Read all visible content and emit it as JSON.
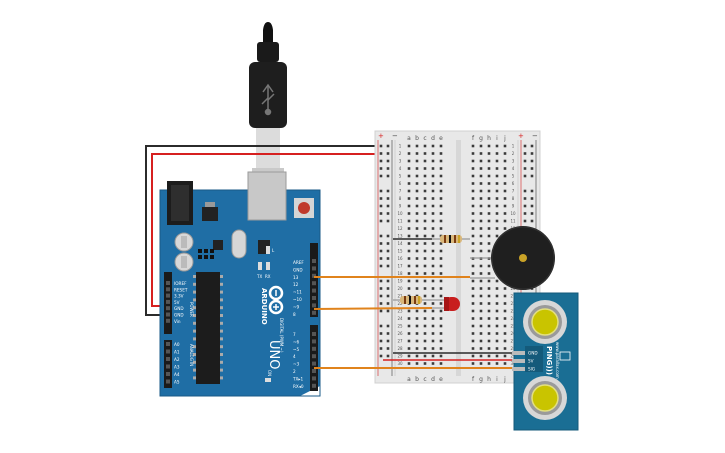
{
  "arduino": {
    "brand": "ARDUINO",
    "model": "UNO",
    "tx_label": "TX",
    "rx_label": "RX",
    "l_label": "L",
    "on_label": "ON",
    "power_header": "POWER",
    "analog_header": "ANALOG IN",
    "digital_header": "DIGITAL (PWM ~)",
    "power_pins": [
      "IOREF",
      "RESET",
      "3.3V",
      "5V",
      "GND",
      "GND",
      "Vin"
    ],
    "analog_pins": [
      "A0",
      "A1",
      "A2",
      "A3",
      "A4",
      "A5"
    ],
    "top_pins": [
      "AREF",
      "GND",
      "13",
      "12",
      "~11",
      "~10",
      "~9",
      "8"
    ],
    "bottom_pins": [
      "7",
      "~6",
      "~5",
      "4",
      "~3",
      "2",
      "TX▸1",
      "RX◂0"
    ],
    "board_color": "#1f6ea5"
  },
  "breadboard": {
    "cols_left": [
      "a",
      "b",
      "c",
      "d",
      "e"
    ],
    "cols_right": [
      "f",
      "g",
      "h",
      "i",
      "j"
    ],
    "rows": [
      "1",
      "2",
      "3",
      "4",
      "5",
      "6",
      "7",
      "8",
      "9",
      "10",
      "11",
      "12",
      "13",
      "14",
      "15",
      "16",
      "17",
      "18",
      "19",
      "20",
      "21",
      "22",
      "23",
      "24",
      "25",
      "26",
      "27",
      "28",
      "29",
      "30"
    ],
    "rail_plus": "+",
    "rail_minus": "−"
  },
  "sensor": {
    "name": "PING)))",
    "url": "www.parallax.com",
    "pins": [
      "GND",
      "5V",
      "SIG"
    ],
    "color": "#1a6e94"
  },
  "wires": {
    "gnd_color": "#2b2b2b",
    "power_color": "#d62020",
    "signal_color": "#e0831c"
  }
}
